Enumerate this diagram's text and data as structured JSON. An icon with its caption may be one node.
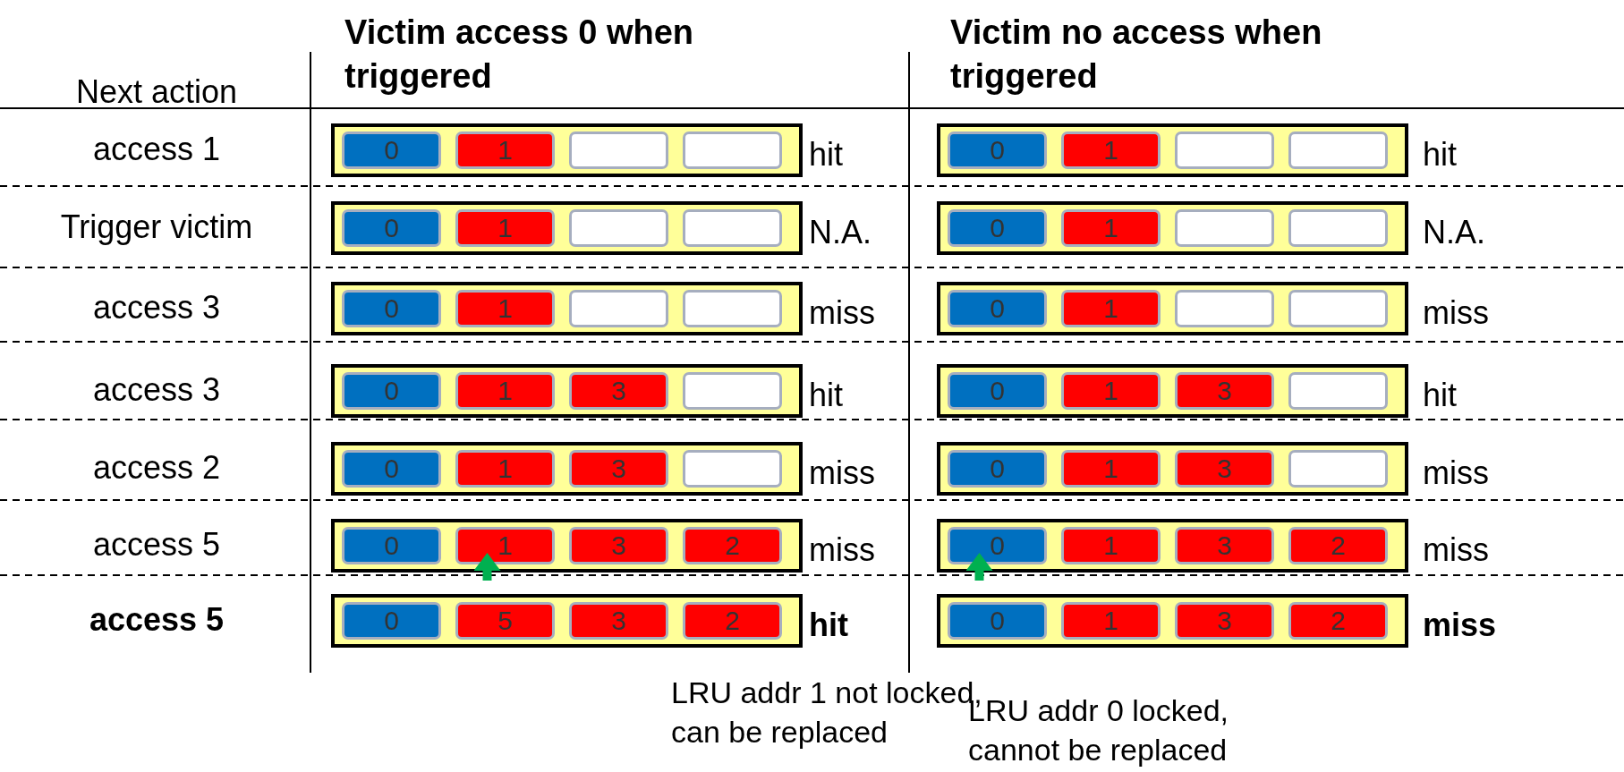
{
  "diagram": {
    "nodes": [
      {
        "text": [],
        "shape": "box"
      },
      {
        "text": [
          "0"
        ],
        "in": 0
      },
      {
        "text": [
          "1"
        ],
        "in": 0
      },
      {
        "text": [],
        "shape": "box",
        "in": 0
      },
      {
        "text": [],
        "shape": "box",
        "in": 0
      },
      {
        "text": [],
        "shape": "box"
      },
      {
        "text": [
          "0"
        ],
        "in": 5
      },
      {
        "text": [
          "1"
        ],
        "in": 5
      },
      {
        "text": [],
        "shape": "box",
        "in": 5
      },
      {
        "text": [],
        "shape": "box",
        "in": 5
      },
      {
        "text": [],
        "shape": "box"
      },
      {
        "text": [
          "0"
        ],
        "in": 10
      },
      {
        "text": [
          "1"
        ],
        "in": 10
      },
      {
        "text": [],
        "shape": "box",
        "in": 10
      },
      {
        "text": [],
        "shape": "box",
        "in": 10
      },
      {
        "text": [],
        "shape": "box"
      },
      {
        "text": [
          "0"
        ],
        "in": 15
      },
      {
        "text": [
          "1"
        ],
        "in": 15
      },
      {
        "text": [],
        "shape": "box",
        "in": 15
      },
      {
        "text": [],
        "shape": "box",
        "in": 15
      },
      {
        "text": [],
        "shape": "box"
      },
      {
        "text": [
          "0"
        ],
        "in": 20
      },
      {
        "text": [
          "1"
        ],
        "in": 20
      },
      {
        "text": [],
        "shape": "box",
        "in": 20
      },
      {
        "text": [],
        "shape": "box",
        "in": 20
      },
      {
        "text": [],
        "shape": "box"
      },
      {
        "text": [
          "0"
        ],
        "in": 25
      },
      {
        "text": [
          "1"
        ],
        "in": 25
      },
      {
        "text": [],
        "shape": "box",
        "in": 25
      },
      {
        "text": [],
        "shape": "box",
        "in": 25
      },
      {
        "text": [],
        "shape": "box"
      },
      {
        "text": [
          "0"
        ],
        "in": 30
      },
      {
        "text": [
          "1"
        ],
        "in": 30
      },
      {
        "text": [
          "3"
        ],
        "in": 30
      },
      {
        "text": [],
        "shape": "box",
        "in": 30
      },
      {
        "text": [],
        "shape": "box"
      },
      {
        "text": [
          "0"
        ],
        "in": 35
      },
      {
        "text": [
          "1"
        ],
        "in": 35
      },
      {
        "text": [
          "3"
        ],
        "in": 35
      },
      {
        "text": [],
        "shape": "box",
        "in": 35
      },
      {
        "text": [],
        "shape": "box"
      },
      {
        "text": [
          "0"
        ],
        "in": 40
      },
      {
        "text": [
          "1"
        ],
        "in": 40
      },
      {
        "text": [
          "3"
        ],
        "in": 40
      },
      {
        "text": [],
        "shape": "box",
        "in": 40
      },
      {
        "text": [],
        "shape": "box"
      },
      {
        "text": [
          "0"
        ],
        "in": 45
      },
      {
        "text": [
          "1"
        ],
        "in": 45
      },
      {
        "text": [
          "3"
        ],
        "in": 45
      },
      {
        "text": [],
        "shape": "box",
        "in": 45
      },
      {
        "text": [],
        "shape": "box"
      },
      {
        "text": [
          "0"
        ],
        "in": 50
      },
      {
        "text": [
          "1"
        ],
        "in": 50
      },
      {
        "text": [
          "3"
        ],
        "in": 50
      },
      {
        "text": [
          "2"
        ],
        "in": 50
      },
      {
        "text": [],
        "shape": "box"
      },
      {
        "text": [
          "0"
        ],
        "in": 55
      },
      {
        "text": [
          "1"
        ],
        "in": 55
      },
      {
        "text": [
          "3"
        ],
        "in": 55
      },
      {
        "text": [
          "2"
        ],
        "in": 55
      },
      {
        "text": [],
        "shape": "box"
      },
      {
        "text": [
          "0"
        ],
        "in": 60
      },
      {
        "text": [
          "5"
        ],
        "in": 60
      },
      {
        "text": [
          "3"
        ],
        "in": 60
      },
      {
        "text": [
          "2"
        ],
        "in": 60
      },
      {
        "text": [],
        "shape": "box"
      },
      {
        "text": [
          "0"
        ],
        "in": 65
      },
      {
        "text": [
          "1"
        ],
        "in": 65
      },
      {
        "text": [
          "3"
        ],
        "in": 65
      },
      {
        "text": [
          "2"
        ],
        "in": 65
      }
    ],
    "edges": [
      {
        "from": null,
        "to": 52,
        "arrow": "to",
        "color": "#00b050"
      },
      {
        "from": null,
        "to": 56,
        "arrow": "to",
        "color": "#00b050"
      }
    ],
    "labels": [
      "Victim access 0 when triggered",
      "Victim no access when triggered",
      "Next action",
      "access 1",
      "hit",
      "hit",
      "Trigger victim",
      "N.A.",
      "N.A.",
      "access 3",
      "miss",
      "miss",
      "access 3",
      "hit",
      "hit",
      "access 2",
      "miss",
      "miss",
      "access 5",
      "miss",
      "miss",
      "access 5",
      "hit",
      "miss",
      "LRU addr 1 not locked, can be replaced",
      "LRU addr 0 locked, cannot be replaced"
    ]
  }
}
